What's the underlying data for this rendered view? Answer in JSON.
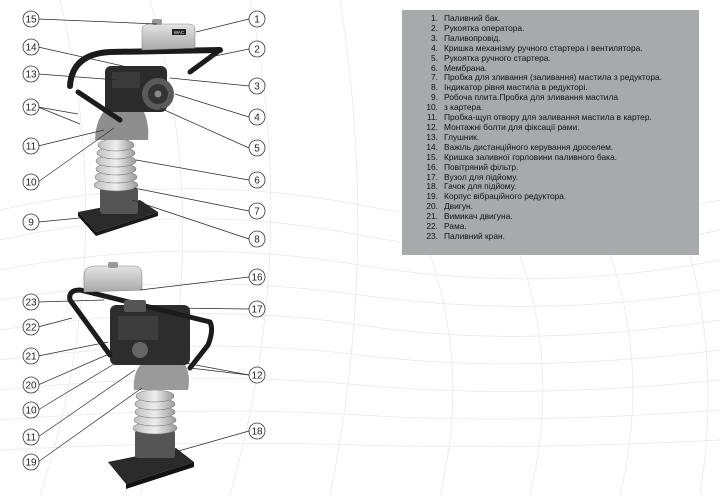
{
  "legend": {
    "items": [
      {
        "num": "1.",
        "text": "Паливний бак."
      },
      {
        "num": "2.",
        "text": "Рукоятка оператора."
      },
      {
        "num": "3.",
        "text": "Паливопровід."
      },
      {
        "num": "4.",
        "text": "Кришка механізму ручного стартера і вентилятора."
      },
      {
        "num": "5.",
        "text": "Рукоятка ручного стартера."
      },
      {
        "num": "6.",
        "text": "Мембрана."
      },
      {
        "num": "7.",
        "text": "Пробка для зливання (заливання) мастила з редуктора."
      },
      {
        "num": "8.",
        "text": "Індикатор рівня мастила в редукторі."
      },
      {
        "num": "9.",
        "text": "Робоча плита.Пробка для зливання мастила"
      },
      {
        "num": "10.",
        "text": "з картера."
      },
      {
        "num": "11.",
        "text": "Пробка-щуп отвору для заливання мастила в картер."
      },
      {
        "num": "12.",
        "text": "Монтажні болти для фіксації рами."
      },
      {
        "num": "13.",
        "text": "Глушник."
      },
      {
        "num": "14.",
        "text": "Важіль дистанційного керування дроселем."
      },
      {
        "num": "15.",
        "text": "Кришка заливної горловини паливного бака."
      },
      {
        "num": "16.",
        "text": "Повітряний фільтр."
      },
      {
        "num": "17.",
        "text": "Вузол для підйому."
      },
      {
        "num": "18.",
        "text": "Гачок для підйому."
      },
      {
        "num": "19.",
        "text": "Корпус вібраційного редуктора."
      },
      {
        "num": "20.",
        "text": "Двигун."
      },
      {
        "num": "21.",
        "text": "Вимикач двигуна."
      },
      {
        "num": "22.",
        "text": "Рама."
      },
      {
        "num": "23.",
        "text": "Паливний кран."
      }
    ]
  },
  "figure_top": {
    "tank_logo": "WAC",
    "callouts": [
      "1",
      "2",
      "3",
      "4",
      "5",
      "6",
      "7",
      "8",
      "9",
      "10",
      "11",
      "12",
      "13",
      "14",
      "15"
    ]
  },
  "figure_bottom": {
    "callouts": [
      "16",
      "17",
      "12",
      "18",
      "23",
      "22",
      "21",
      "20",
      "10",
      "11",
      "19"
    ]
  },
  "colors": {
    "legend_bg": "#a7a9ab",
    "background": "#ffffff",
    "line": "#2a2a2a"
  }
}
